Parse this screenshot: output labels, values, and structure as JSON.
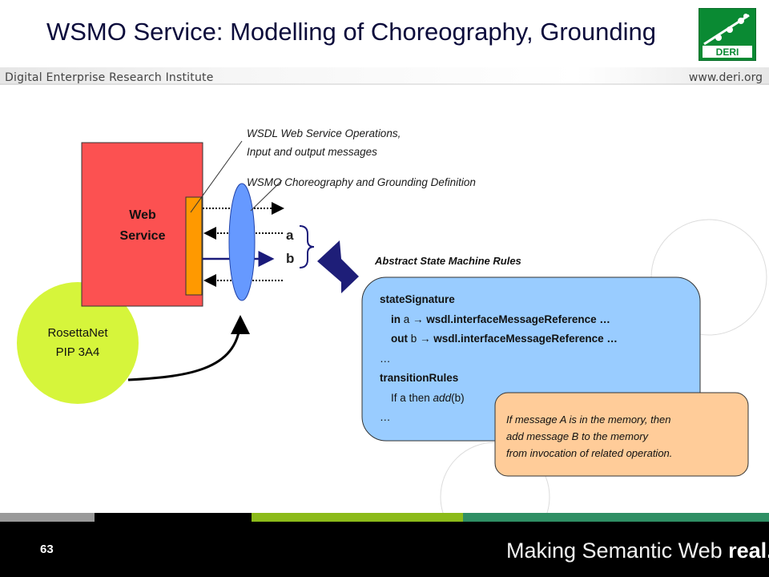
{
  "header": {
    "title": "WSMO Service: Modelling of Choreography, Grounding",
    "institute": "Digital Enterprise Research Institute",
    "website": "www.deri.org",
    "logo_text": "DERI"
  },
  "diagram": {
    "web_service": {
      "line1": "Web",
      "line2": "Service",
      "color": "#fc5151"
    },
    "rosettanet": {
      "line1": "RosettaNet",
      "line2": "PIP 3A4",
      "color": "#d6f53b"
    },
    "callout_wsdl": {
      "line1": "WSDL Web Service Operations,",
      "line2": "Input and output messages"
    },
    "callout_wsmo": "WSMO Choreography and Grounding Definition",
    "message_a": "a",
    "message_b": "b",
    "asm_title": "Abstract State Machine Rules",
    "rules": {
      "state_signature": "stateSignature",
      "in_kw": "in",
      "in_var": "a",
      "in_ref": "wsdl.interfaceMessageReference …",
      "out_kw": "out",
      "out_var": "b",
      "out_ref": "wsdl.interfaceMessageReference …",
      "ellipsis1": "…",
      "transition_rules": "transitionRules",
      "if_text": "If a then ",
      "add_text": "add",
      "add_arg": "(b)",
      "ellipsis2": "…"
    },
    "explanation": {
      "line1": "If message A is in the memory, then",
      "line2": "add message B to the memory",
      "line3": "from invocation of related operation."
    },
    "colors": {
      "asm_box": "#99ccff",
      "explanation_box": "#ffcc99",
      "oval": "#6699ff",
      "interface": "#ff9900"
    }
  },
  "footer": {
    "page_number": "63",
    "slogan_prefix": "Making Semantic Web ",
    "slogan_emphasis": "real."
  }
}
